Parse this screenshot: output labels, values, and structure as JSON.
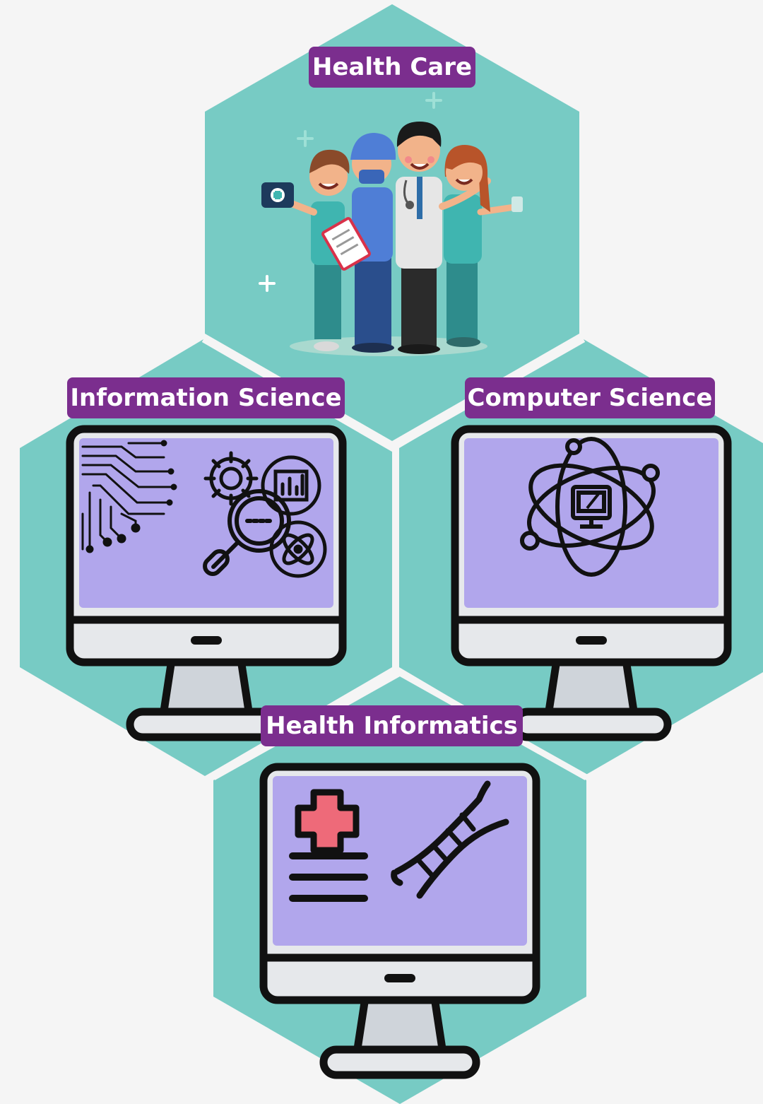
{
  "colors": {
    "background": "#f5f5f5",
    "hexagon": "#77cbc4",
    "label_bg": "#7b2e8e",
    "label_text": "#ffffff",
    "screen": "#b1a6ec",
    "outline": "#111111",
    "monitor_body": "#e6e8eb",
    "stand": "#cfd4da",
    "cross": "#ee6a79"
  },
  "nodes": [
    {
      "id": "health-care",
      "label": "Health Care",
      "icon": "medical-team-icon"
    },
    {
      "id": "information-science",
      "label": "Information Science",
      "icon": "data-analysis-icon"
    },
    {
      "id": "computer-science",
      "label": "Computer Science",
      "icon": "atom-computer-icon"
    },
    {
      "id": "health-informatics",
      "label": "Health Informatics",
      "icon": "medical-record-dna-icon"
    }
  ]
}
